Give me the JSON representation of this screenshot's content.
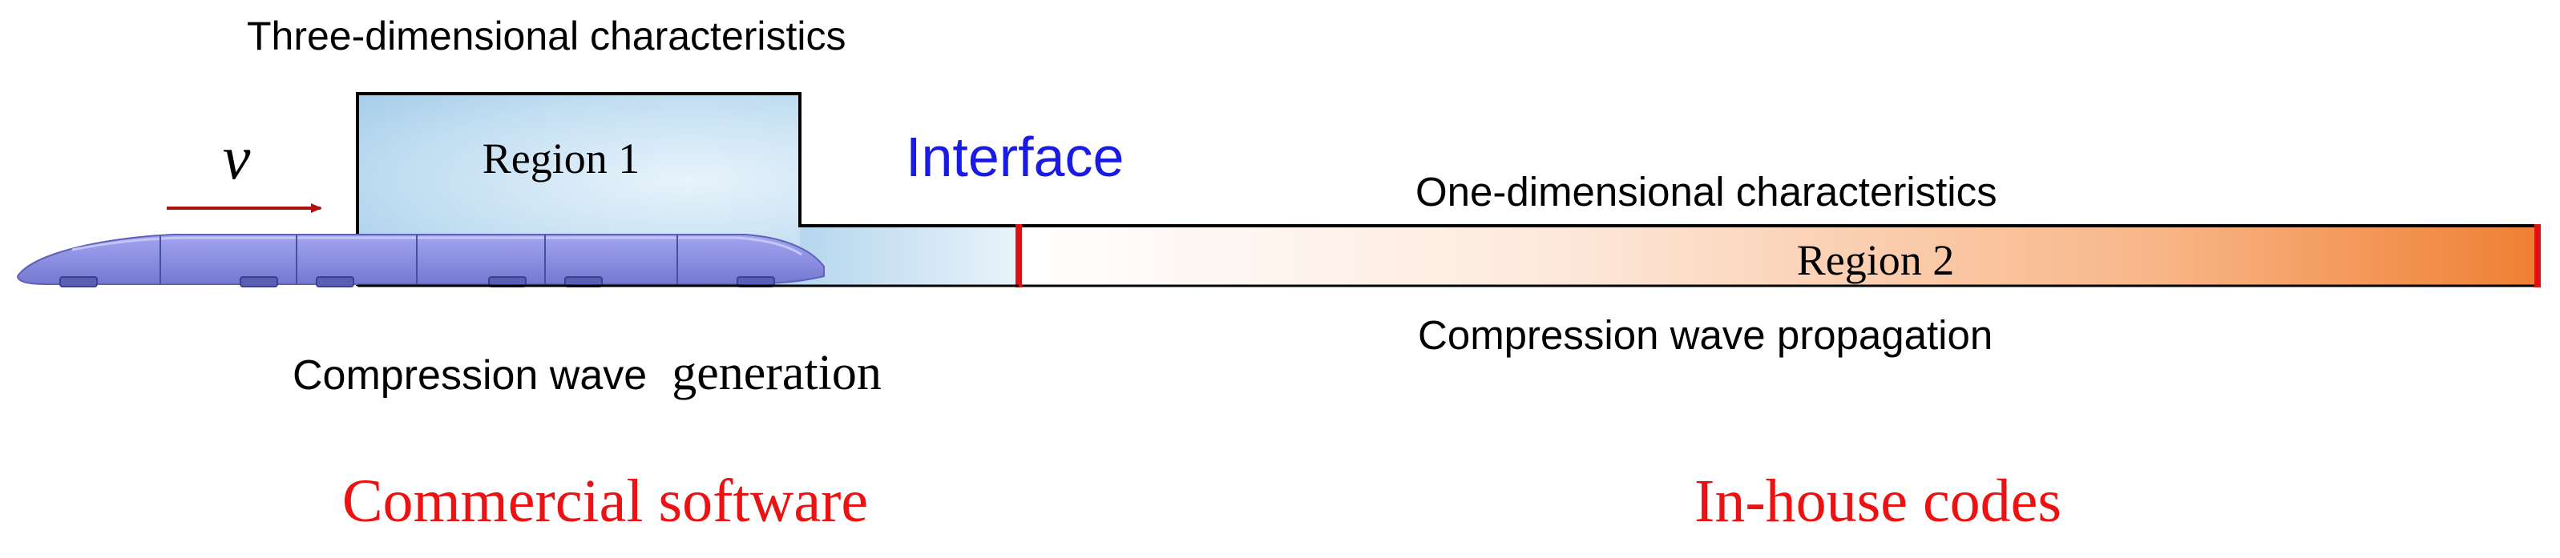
{
  "labels": {
    "three_d": "Three-dimensional characteristics",
    "region1": "Region 1",
    "velocity": "v",
    "interface": "Interface",
    "one_d": "One-dimensional characteristics",
    "region2": "Region 2",
    "generation_prefix": "Compression wave",
    "generation_word": "generation",
    "propagation": "Compression wave propagation",
    "commercial": "Commercial software",
    "inhouse": "In-house codes"
  },
  "colors": {
    "outline": "#000000",
    "region1_fill": "#a9cfea",
    "train_fill": "#8d8fe3",
    "interface_text": "#1a1ae6",
    "interface_marker": "#e01010",
    "region2_fill": "#f0843a",
    "arrow": "#b01010",
    "software_text": "#ee1111"
  }
}
